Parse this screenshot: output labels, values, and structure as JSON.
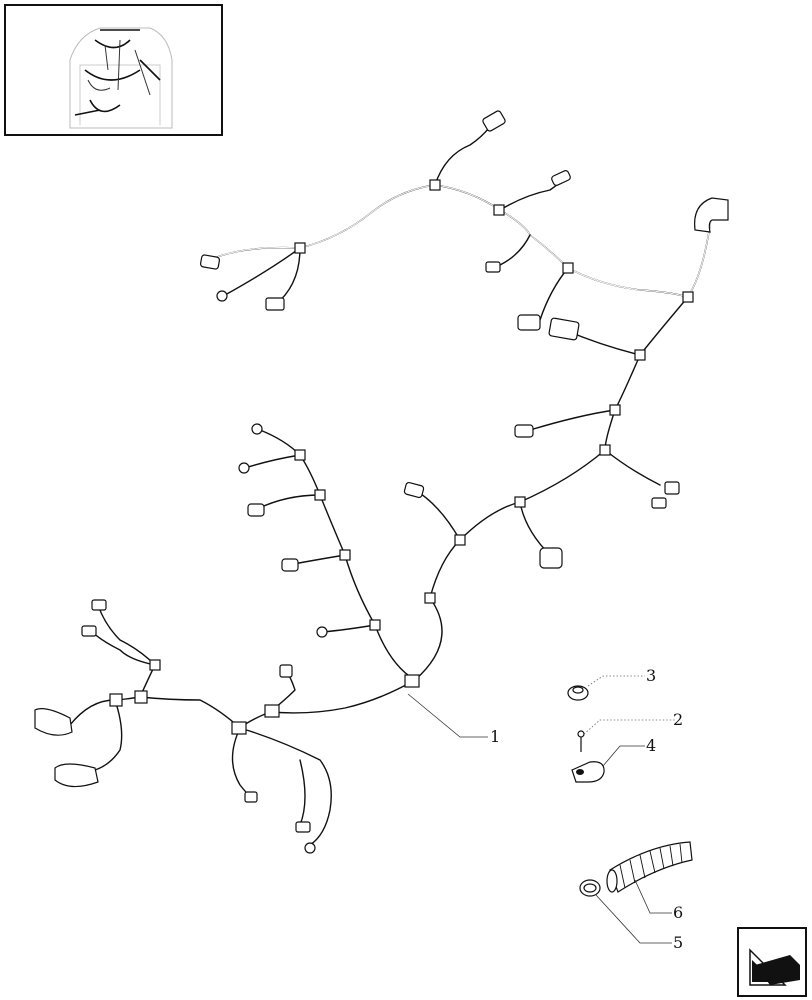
{
  "callouts": [
    {
      "id": "1",
      "label": "1"
    },
    {
      "id": "2",
      "label": "2"
    },
    {
      "id": "3",
      "label": "3"
    },
    {
      "id": "4",
      "label": "4"
    },
    {
      "id": "5",
      "label": "5"
    },
    {
      "id": "6",
      "label": "6"
    }
  ],
  "icons": {
    "thumbnail": "cab-harness-location-thumbnail",
    "nav": "navigation-arrow-icon"
  }
}
